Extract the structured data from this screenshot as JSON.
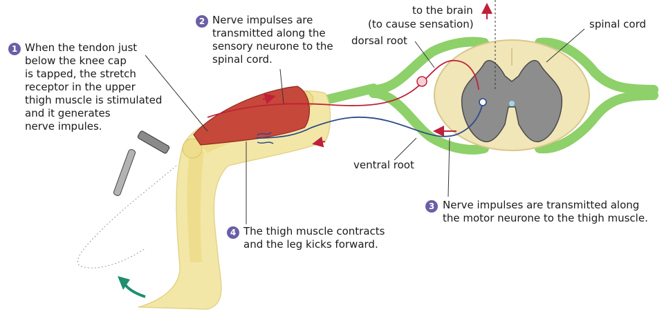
{
  "steps": [
    {
      "number": "1",
      "lines": [
        "When the tendon just",
        "below the knee cap",
        "is tapped, the stretch",
        "receptor in the upper",
        "thigh muscle is stimulated",
        "and it generates",
        "nerve impules."
      ]
    },
    {
      "number": "2",
      "lines": [
        "Nerve impulses are",
        "transmitted along the",
        "sensory neurone to the",
        "spinal cord."
      ]
    },
    {
      "number": "3",
      "lines": [
        "Nerve impulses are transmitted along",
        "the motor neurone to the thigh muscle."
      ]
    },
    {
      "number": "4",
      "lines": [
        "The thigh muscle contracts",
        "and the leg kicks forward."
      ]
    }
  ],
  "labels": {
    "to_brain_line1": "to the brain",
    "to_brain_line2": "(to cause sensation)",
    "spinal_cord": "spinal cord",
    "dorsal_root": "dorsal root",
    "ventral_root": "ventral root"
  },
  "colors": {
    "badge": "#6a5fa6",
    "sensory_neurone": "#c0203a",
    "motor_neurone": "#2a4a8a",
    "leg_outline": "#f3e7a8",
    "nerve_roots": "#8ed06a",
    "grey_matter": "#8d8d8d",
    "muscle": "#c6483a",
    "kick_arrow": "#1e8e6e"
  }
}
